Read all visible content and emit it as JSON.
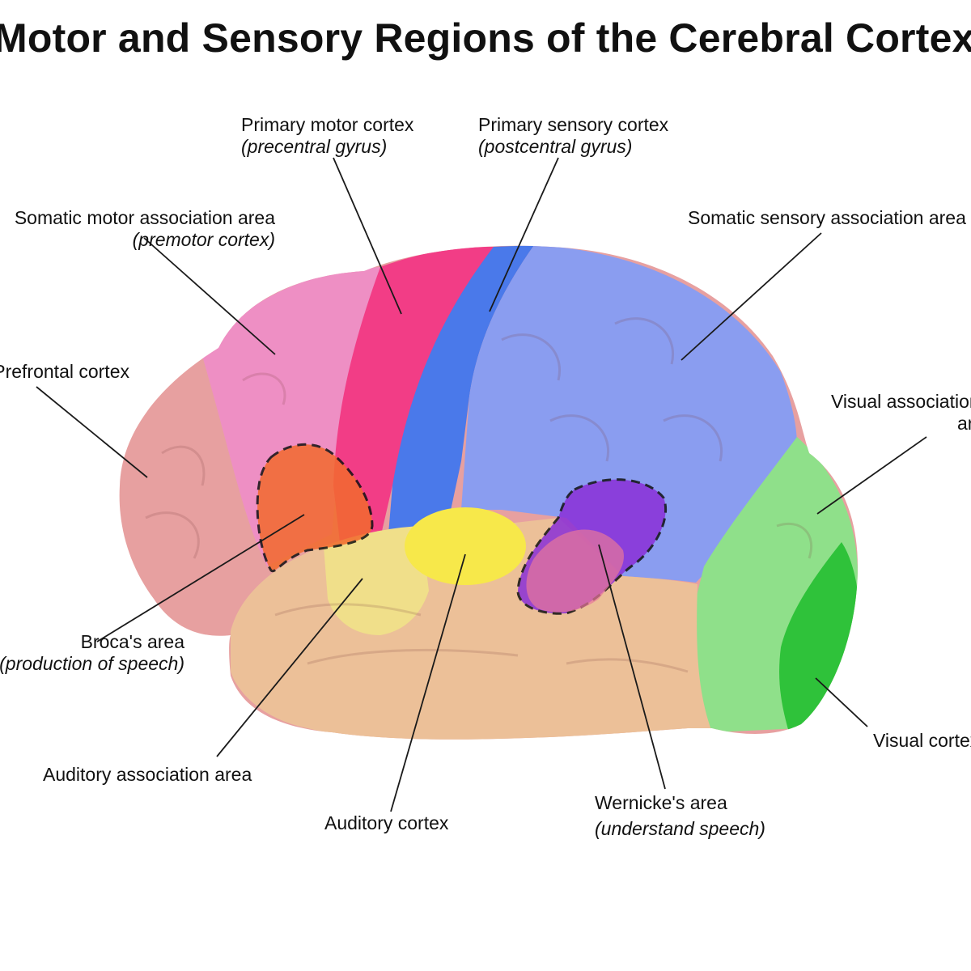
{
  "title": "Motor and Sensory Regions of the Cerebral Cortex",
  "labels": {
    "primary_motor": {
      "name": "Primary motor cortex",
      "detail": "(precentral gyrus)"
    },
    "primary_sensory": {
      "name": "Primary sensory cortex",
      "detail": "(postcentral gyrus)"
    },
    "somatic_motor_assoc": {
      "name": "Somatic motor association area",
      "detail": "(premotor cortex)"
    },
    "somatic_sensory_assoc": {
      "name": "Somatic sensory association area"
    },
    "prefrontal": {
      "name": "Prefrontal cortex"
    },
    "visual_assoc": {
      "name": "Visual association",
      "name2": "area"
    },
    "broca": {
      "name": "Broca's area",
      "detail": "(production of speech)"
    },
    "auditory_assoc": {
      "name": "Auditory association area"
    },
    "auditory": {
      "name": "Auditory cortex"
    },
    "wernicke": {
      "name": "Wernicke's area",
      "detail": "(understand speech)"
    },
    "visual": {
      "name": "Visual cortex"
    }
  },
  "colors": {
    "prefrontal": "#e7a0a0",
    "motor_assoc": "#ee8fc4",
    "primary_motor": "#f23d86",
    "primary_sensory": "#4a79ea",
    "sensory_assoc": "#8a9df0",
    "visual_assoc": "#8fe08a",
    "visual": "#2fc23a",
    "temporal": "#ecc098",
    "auditory_assoc": "#f0df8a",
    "auditory": "#f7e84a",
    "broca": "#f26a2e",
    "wernicke": "#8a2fd8",
    "leader": "#1a1a1a"
  }
}
